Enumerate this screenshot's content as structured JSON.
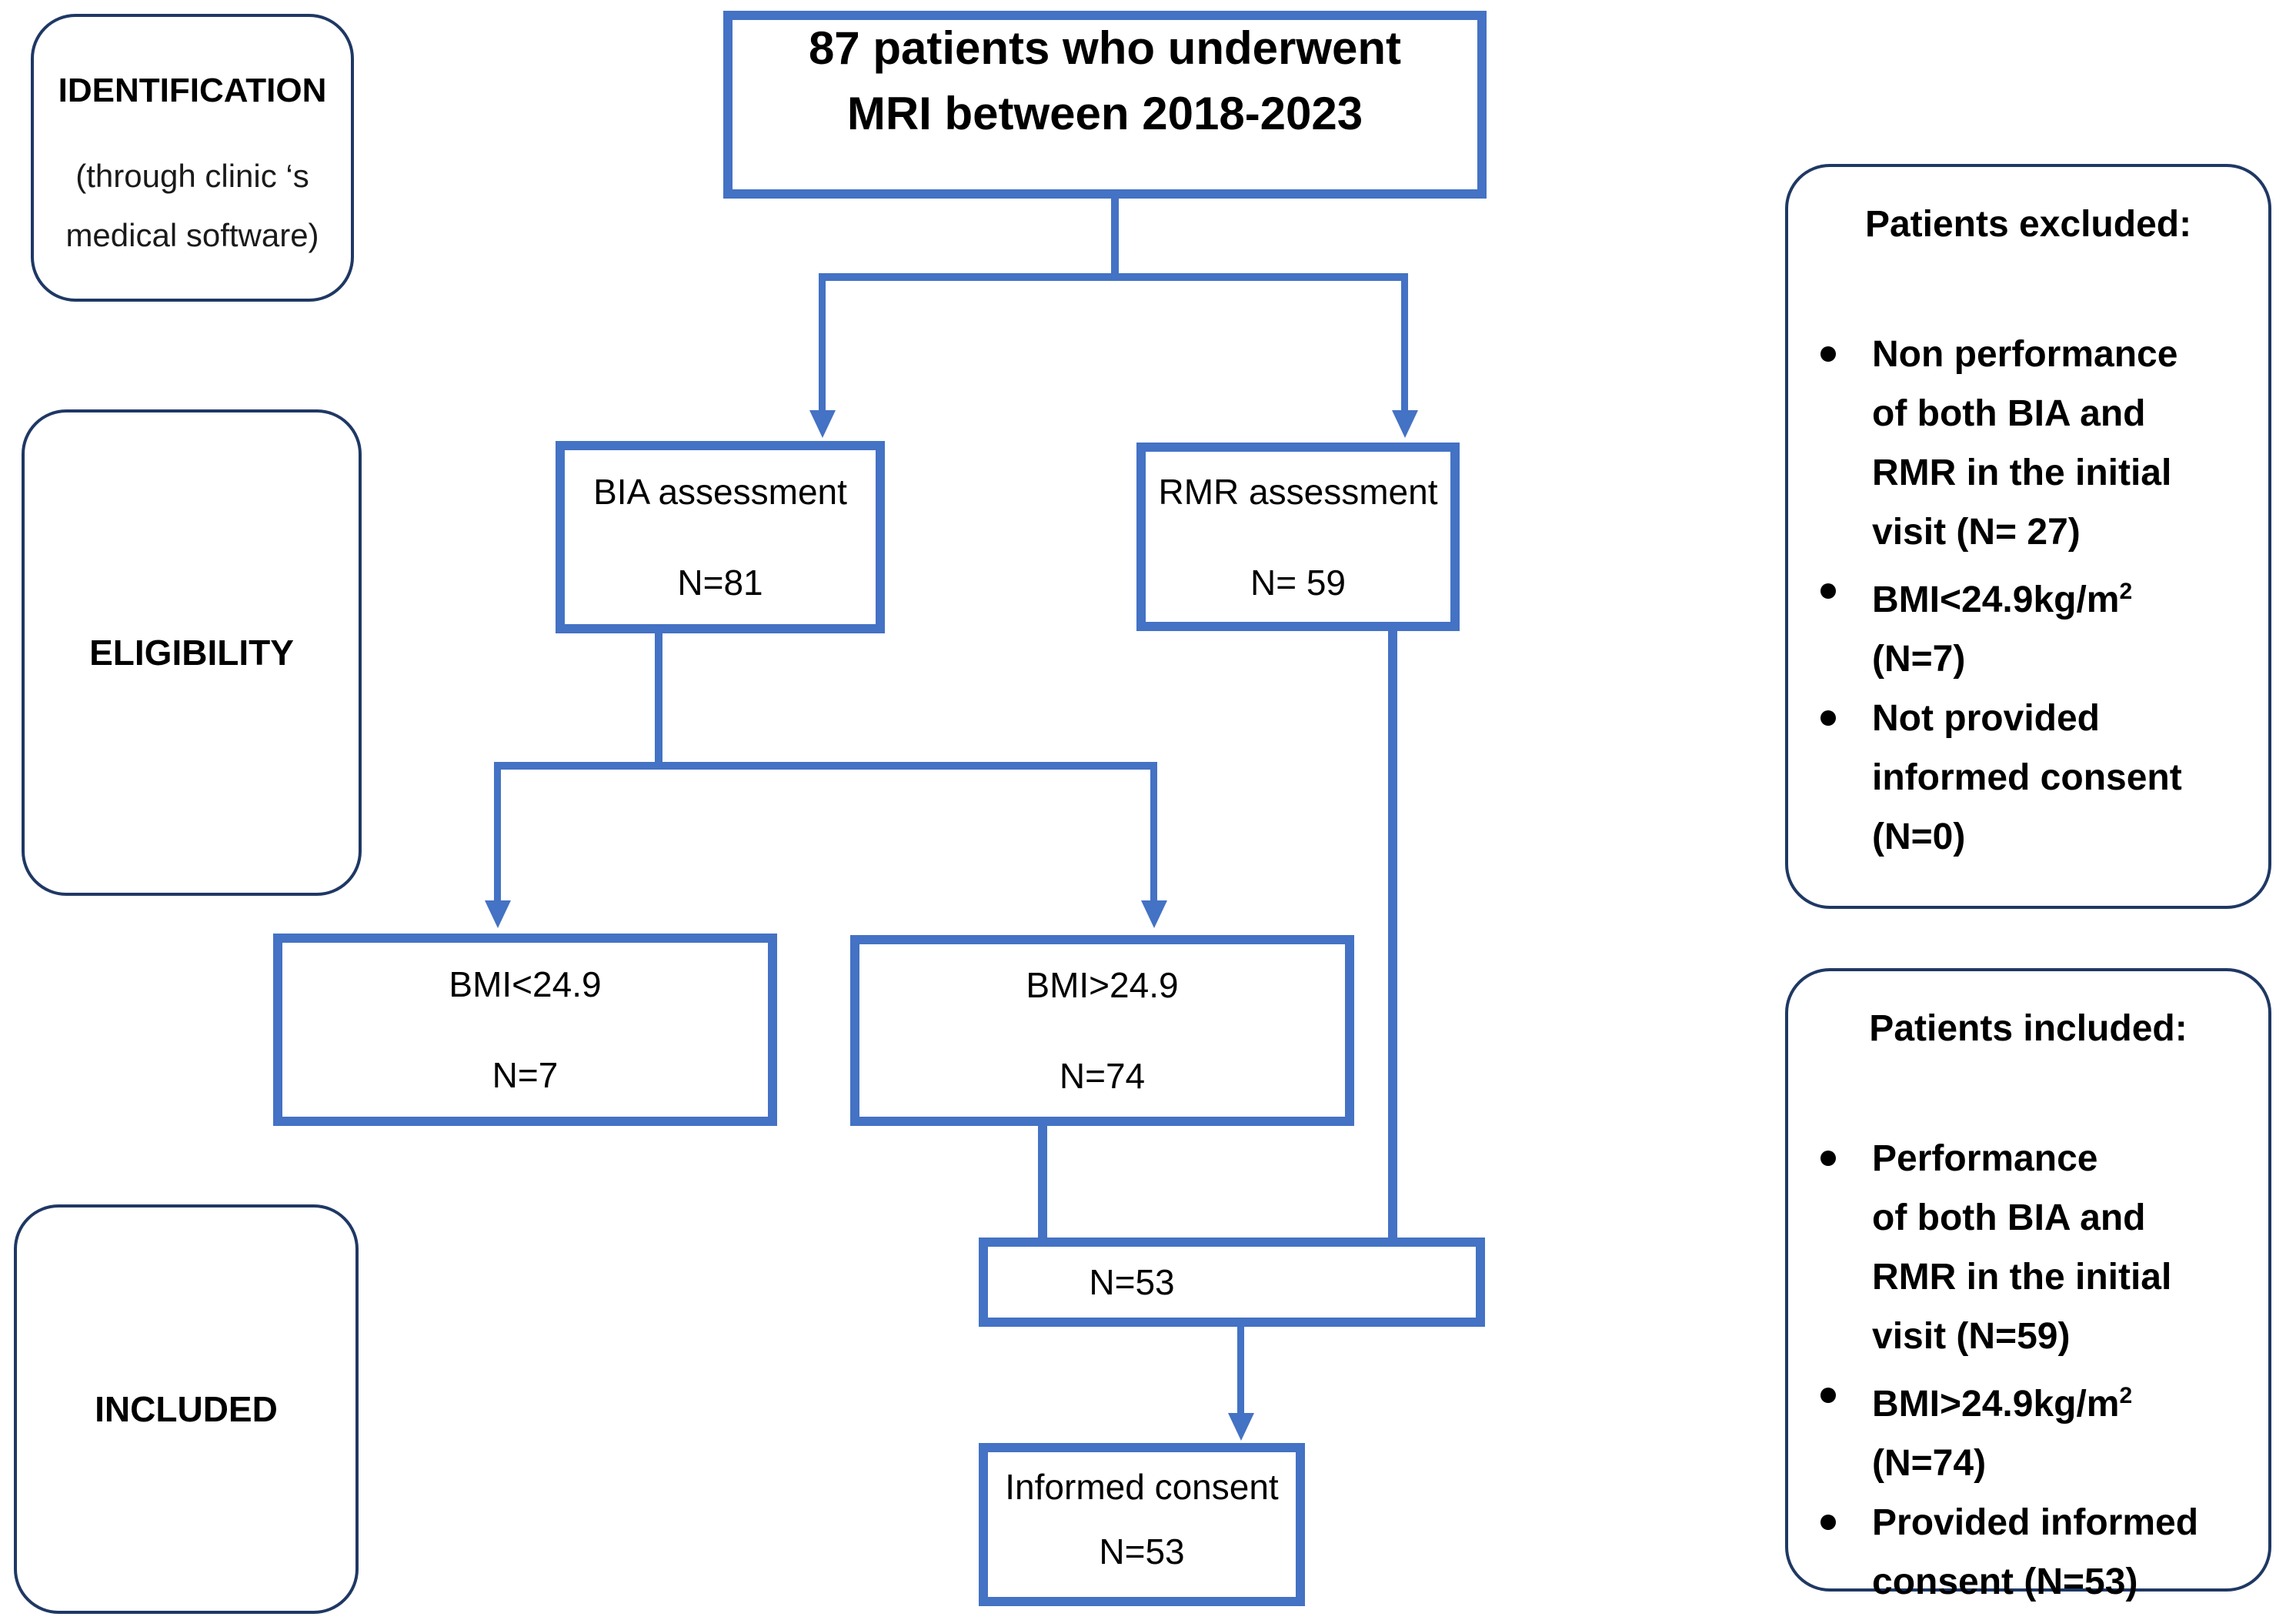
{
  "figure": {
    "type": "patient-flow-diagram"
  },
  "colors": {
    "connector_blue": "#4472c4",
    "stage_border_navy": "#1f3864",
    "text_black": "#000000"
  },
  "stages": {
    "identification": {
      "title": "IDENTIFICATION",
      "subtitle_line1": "(through clinic ‘s",
      "subtitle_line2": "medical software)"
    },
    "eligibility": {
      "title": "ELIGIBILITY"
    },
    "included": {
      "title": "INCLUDED"
    }
  },
  "flow": {
    "total_box": {
      "line1": "87 patients who underwent",
      "line2": "MRI between 2018-2023"
    },
    "bia_box": {
      "line1": "BIA assessment",
      "line2": "N=81"
    },
    "rmr_box": {
      "line1": "RMR assessment",
      "line2": "N= 59"
    },
    "bmi_low_box": {
      "line1": "BMI<24.9",
      "line2": "N=7"
    },
    "bmi_high_box": {
      "line1": "BMI>24.9",
      "line2": "N=74"
    },
    "merge_box": {
      "line1": "N=53"
    },
    "consent_box": {
      "line1": "Informed consent",
      "line2": "N=53"
    }
  },
  "excluded_note": {
    "title": "Patients excluded:",
    "bullet1": {
      "line1": "Non performance",
      "line2": "of both BIA and",
      "line3": "RMR in the initial",
      "line4": "visit (N= 27)"
    },
    "bullet2": {
      "line1_main": "BMI<24.9kg/m",
      "line1_sup": "2",
      "line2": "(N=7)"
    },
    "bullet3": {
      "line1": "Not provided",
      "line2": "informed consent",
      "line3": "(N=0)"
    }
  },
  "included_note": {
    "title": "Patients included:",
    "bullet1": {
      "line1": "Performance",
      "line2": "of both BIA and",
      "line3": "RMR in the initial",
      "line4": "visit (N=59)"
    },
    "bullet2": {
      "line1_main": "BMI>24.9kg/m",
      "line1_sup": "2",
      "line2": "(N=74)"
    },
    "bullet3": {
      "line1": "Provided informed",
      "line2": "consent (N=53)"
    }
  }
}
